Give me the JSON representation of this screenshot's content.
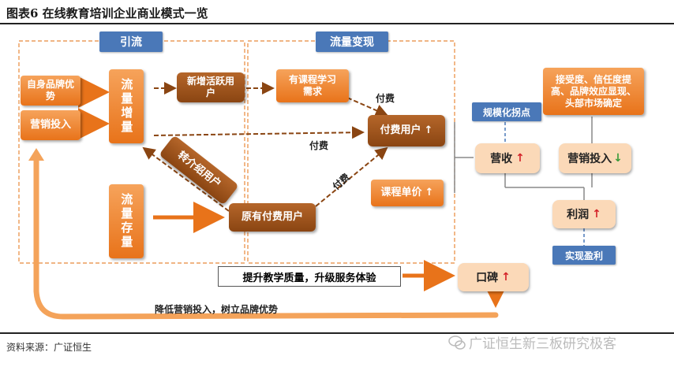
{
  "title": "图表6 在线教育培训企业商业模式一览",
  "sections": {
    "traffic": "引流",
    "monetize": "流量变现"
  },
  "boxes": {
    "brand": "自身品牌优势",
    "marketing_input": "营销投入",
    "traffic_increase": "流量增量",
    "traffic_stock": "流量存量",
    "new_active": "新增活跃用户",
    "course_demand": "有课程学习需求",
    "paid_users": "付费用户",
    "unit_price": "课程单价",
    "referral": "转介绍用户",
    "existing_paid": "原有付费用户",
    "revenue": "营收",
    "marketing_cost": "营销投入",
    "profit": "利润",
    "word_of_mouth": "口碑",
    "quality": "提升教学质量，升级服务体验",
    "acceptance": "接受度、信任度提高、品牌效应显现、头部市场确定",
    "scale_inflection": "规模化拐点",
    "realize_profit": "实现盈利"
  },
  "edge_labels": {
    "pay1": "付费",
    "pay2": "付费",
    "pay3": "付费",
    "bottom": "降低营销投入，树立品牌优势"
  },
  "arrows": {
    "up": "↑",
    "down": "↓"
  },
  "source": "资料来源：广证恒生",
  "watermark": "广证恒生新三板研究极客",
  "colors": {
    "orange": "#f08a2c",
    "brown": "#9c5218",
    "blue": "#4a78b8",
    "peach": "#fbd9b8",
    "red": "#d4232a",
    "green": "#3a9a3a"
  }
}
